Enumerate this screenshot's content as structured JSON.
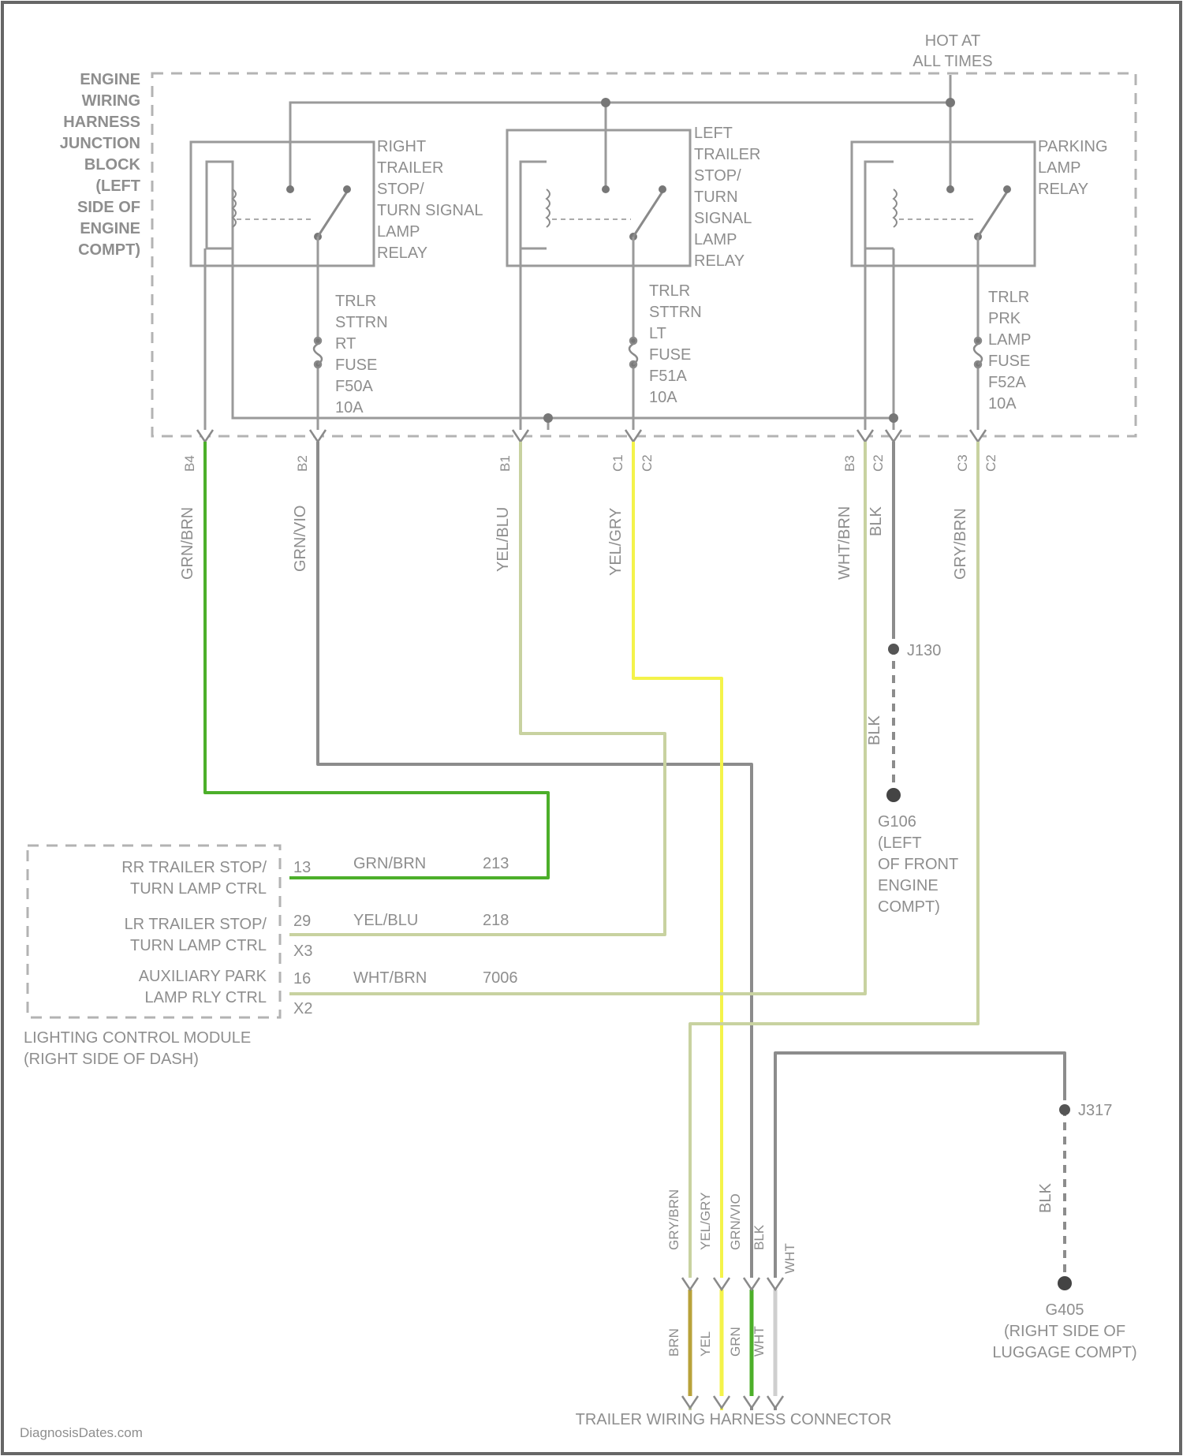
{
  "junction_block": {
    "label": [
      "ENGINE",
      "WIRING",
      "HARNESS",
      "JUNCTION",
      "BLOCK",
      "(LEFT",
      "SIDE OF",
      "ENGINE",
      "COMPT)"
    ],
    "hot_label": [
      "HOT AT",
      "ALL TIMES"
    ],
    "relays": [
      {
        "label": [
          "RIGHT",
          "TRAILER",
          "STOP/",
          "TURN SIGNAL",
          "LAMP",
          "RELAY"
        ]
      },
      {
        "label": [
          "LEFT",
          "TRAILER",
          "STOP/",
          "TURN",
          "SIGNAL",
          "LAMP",
          "RELAY"
        ]
      },
      {
        "label": [
          "PARKING",
          "LAMP",
          "RELAY"
        ]
      }
    ],
    "fuses": [
      {
        "label": [
          "TRLR",
          "STTRN",
          "RT",
          "FUSE",
          "F50A",
          "10A"
        ]
      },
      {
        "label": [
          "TRLR",
          "STTRN",
          "LT",
          "FUSE",
          "F51A",
          "10A"
        ]
      },
      {
        "label": [
          "TRLR",
          "PRK",
          "LAMP",
          "FUSE",
          "F52A",
          "10A"
        ]
      }
    ],
    "pins": [
      "B4",
      "B2",
      "B1",
      "C1",
      "C2",
      "B3",
      "C2",
      "C3",
      "C2"
    ]
  },
  "wire_colors": [
    "GRN/BRN",
    "GRN/VIO",
    "YEL/BLU",
    "YEL/GRY",
    "WHT/BRN",
    "BLK",
    "GRY/BRN"
  ],
  "splices": {
    "upper": "J130",
    "lower": "J317"
  },
  "grounds": {
    "front": {
      "wire": "BLK",
      "label": [
        "G106",
        "(LEFT",
        "OF FRONT",
        "ENGINE",
        "COMPT)"
      ]
    },
    "rear": {
      "wire": "BLK",
      "label": [
        "G405",
        "(RIGHT SIDE OF",
        "LUGGAGE COMPT)"
      ]
    }
  },
  "lighting_control_module": {
    "label": [
      "LIGHTING CONTROL MODULE",
      "(RIGHT SIDE OF DASH)"
    ],
    "circuits": [
      {
        "name": [
          "RR TRAILER STOP/",
          "TURN LAMP CTRL"
        ],
        "pin": "13",
        "connector": "",
        "color": "GRN/BRN",
        "circuit": "213"
      },
      {
        "name": [
          "LR TRAILER STOP/",
          "TURN LAMP CTRL"
        ],
        "pin": "29",
        "connector": "X3",
        "color": "YEL/BLU",
        "circuit": "218"
      },
      {
        "name": [
          "AUXILIARY PARK",
          "LAMP RLY CTRL"
        ],
        "pin": "16",
        "connector": "X2",
        "color": "WHT/BRN",
        "circuit": "7006"
      }
    ]
  },
  "trailer_connector": {
    "label": "TRAILER WIRING HARNESS CONNECTOR",
    "upper_wires": [
      "GRY/BRN",
      "YEL/GRY",
      "GRN/VIO",
      "BLK",
      "WHT"
    ],
    "lower_wires": [
      "BRN",
      "YEL",
      "GRN",
      "WHT"
    ]
  },
  "watermark": "DiagnosisDates.com",
  "colors": {
    "grey_wire": "#8c8c8c",
    "green_wire": "#4caf2a",
    "yellow_wire": "#f4f34a",
    "olive_wire": "#c8d2a0",
    "frame": "#9a9a9a"
  }
}
